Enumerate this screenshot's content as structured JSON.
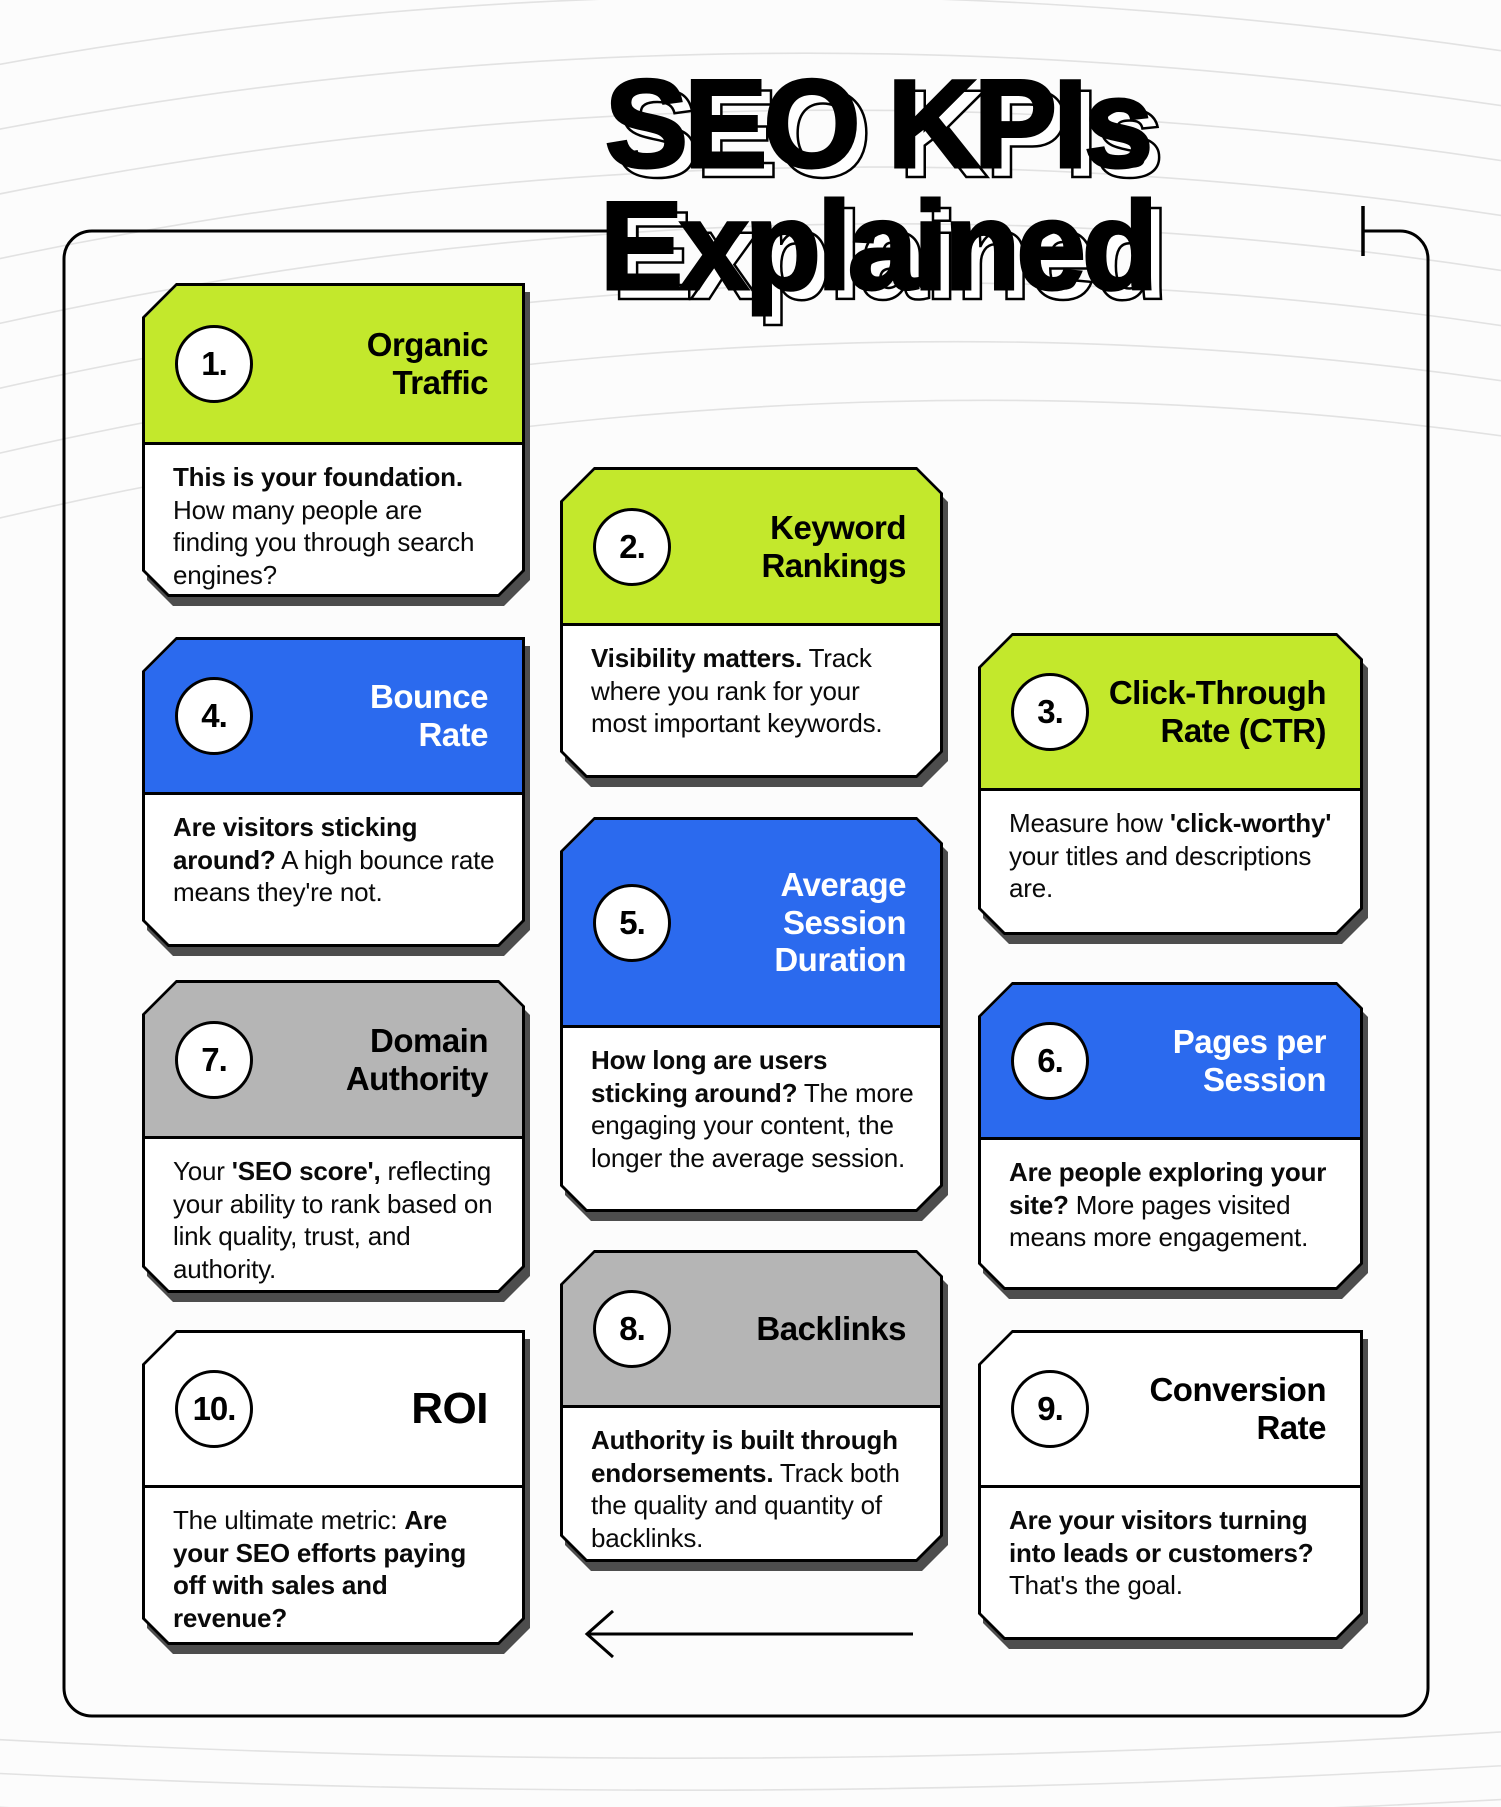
{
  "title": {
    "line1": "SEO KPIs",
    "line2": "Explained"
  },
  "palette": {
    "green": "#C3E82C",
    "blue": "#2B6AEE",
    "gray": "#B5B5B5",
    "card_shadow": "#4D4D4D",
    "outline": "#000000",
    "background": "#FCFCFC",
    "contour_line": "#E2E2E2"
  },
  "footer": {
    "arrow_icon": "left-arrow"
  },
  "cards": [
    {
      "number": "1.",
      "title": "Organic\nTraffic",
      "color": "green",
      "body": [
        {
          "t": "This is your foundation.",
          "b": true
        },
        {
          "t": " How many people are finding you through search engines?",
          "b": false
        }
      ]
    },
    {
      "number": "2.",
      "title": "Keyword\nRankings",
      "color": "green",
      "body": [
        {
          "t": "Visibility matters.",
          "b": true
        },
        {
          "t": " Track where you rank for your most important keywords.",
          "b": false
        }
      ]
    },
    {
      "number": "3.",
      "title": "Click-Through\nRate (CTR)",
      "color": "green",
      "body": [
        {
          "t": "Measure how ",
          "b": false
        },
        {
          "t": "'click-worthy'",
          "b": true
        },
        {
          "t": " your titles and descriptions are.",
          "b": false
        }
      ]
    },
    {
      "number": "4.",
      "title": "Bounce\nRate",
      "color": "blue",
      "body": [
        {
          "t": "Are visitors sticking around?",
          "b": true
        },
        {
          "t": " A high bounce rate means they're not.",
          "b": false
        }
      ]
    },
    {
      "number": "5.",
      "title": "Average\nSession\nDuration",
      "color": "blue",
      "body": [
        {
          "t": "How long are users sticking around?",
          "b": true
        },
        {
          "t": " The more engaging your content, the longer the average session.",
          "b": false
        }
      ]
    },
    {
      "number": "6.",
      "title": "Pages per\nSession",
      "color": "blue",
      "body": [
        {
          "t": "Are people exploring your site?",
          "b": true
        },
        {
          "t": " More pages visited means more engagement.",
          "b": false
        }
      ]
    },
    {
      "number": "7.",
      "title": "Domain\nAuthority",
      "color": "gray",
      "body": [
        {
          "t": "Your ",
          "b": false
        },
        {
          "t": "'SEO score',",
          "b": true
        },
        {
          "t": " reflecting your ability to rank based on link quality, trust, and authority.",
          "b": false
        }
      ]
    },
    {
      "number": "8.",
      "title": "Backlinks",
      "color": "gray",
      "body": [
        {
          "t": "Authority is built through endorsements.",
          "b": true
        },
        {
          "t": " Track both the quality and quantity of backlinks.",
          "b": false
        }
      ]
    },
    {
      "number": "9.",
      "title": "Conversion\nRate",
      "color": "white",
      "body": [
        {
          "t": "Are your visitors turning into leads or customers?",
          "b": true
        },
        {
          "t": " That's the goal.",
          "b": false
        }
      ]
    },
    {
      "number": "10.",
      "title": "ROI",
      "color": "white",
      "body": [
        {
          "t": "The ultimate metric: ",
          "b": false
        },
        {
          "t": "Are your SEO efforts paying off with sales and revenue?",
          "b": true
        }
      ]
    }
  ]
}
